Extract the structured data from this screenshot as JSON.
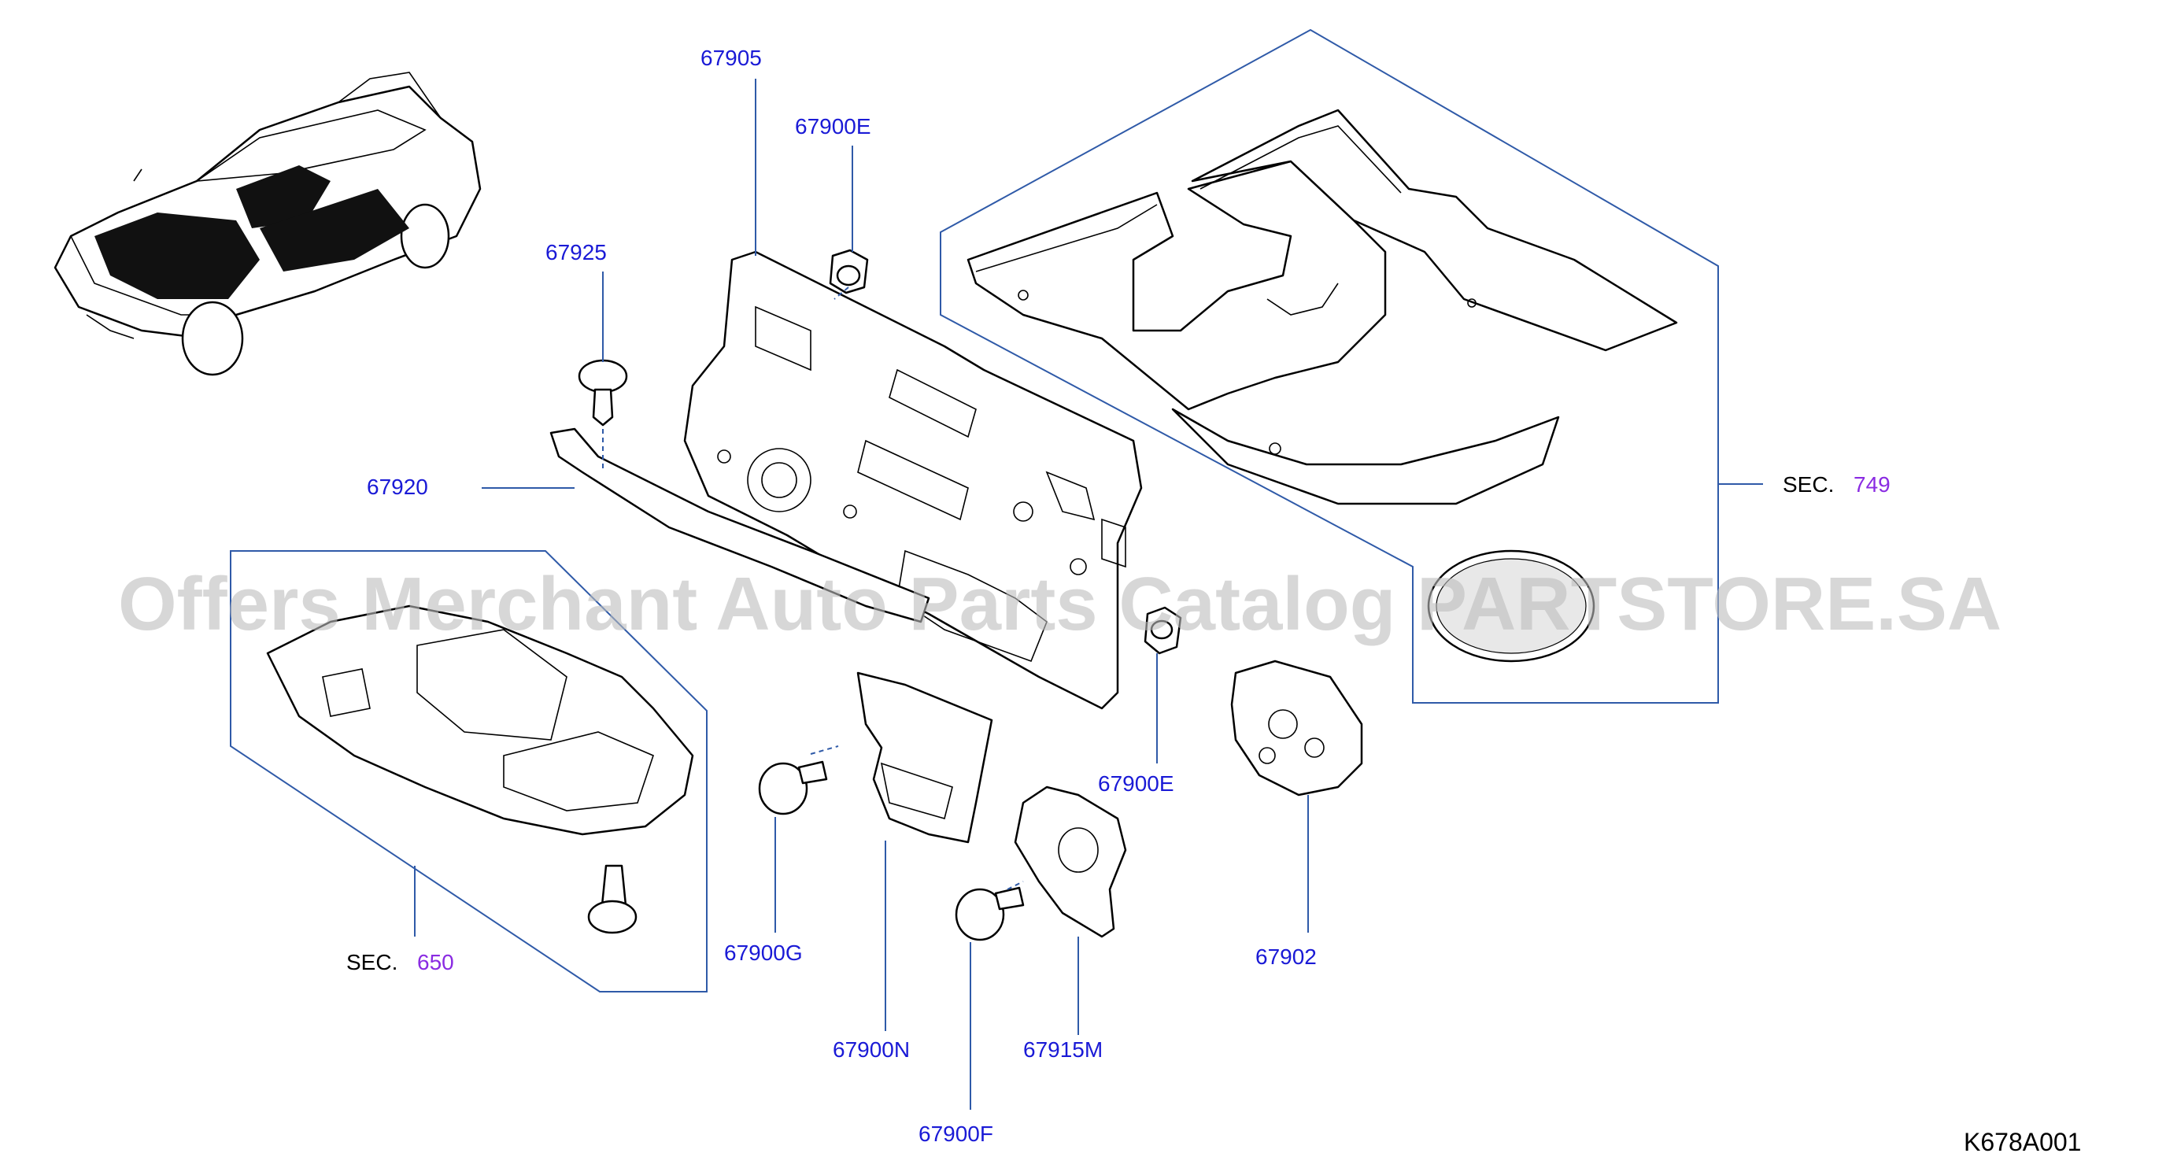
{
  "labels": {
    "p67905": "67905",
    "p67900E_top": "67900E",
    "p67925": "67925",
    "p67920": "67920",
    "p67900E_bottom": "67900E",
    "p67900G": "67900G",
    "p67900N": "67900N",
    "p67900F": "67900F",
    "p67915M": "67915M",
    "p67902": "67902"
  },
  "sections": {
    "sec749": {
      "prefix": "SEC.",
      "number": "749"
    },
    "sec650": {
      "prefix": "SEC.",
      "number": "650"
    }
  },
  "diagram_code": "K678A001",
  "watermark": "Offers Merchant Auto Parts Catalog PARTSTORE.SA",
  "colors": {
    "part_label": "#1a1ad6",
    "section_number": "#8a2be2",
    "leader_line": "#2f5aa8"
  }
}
